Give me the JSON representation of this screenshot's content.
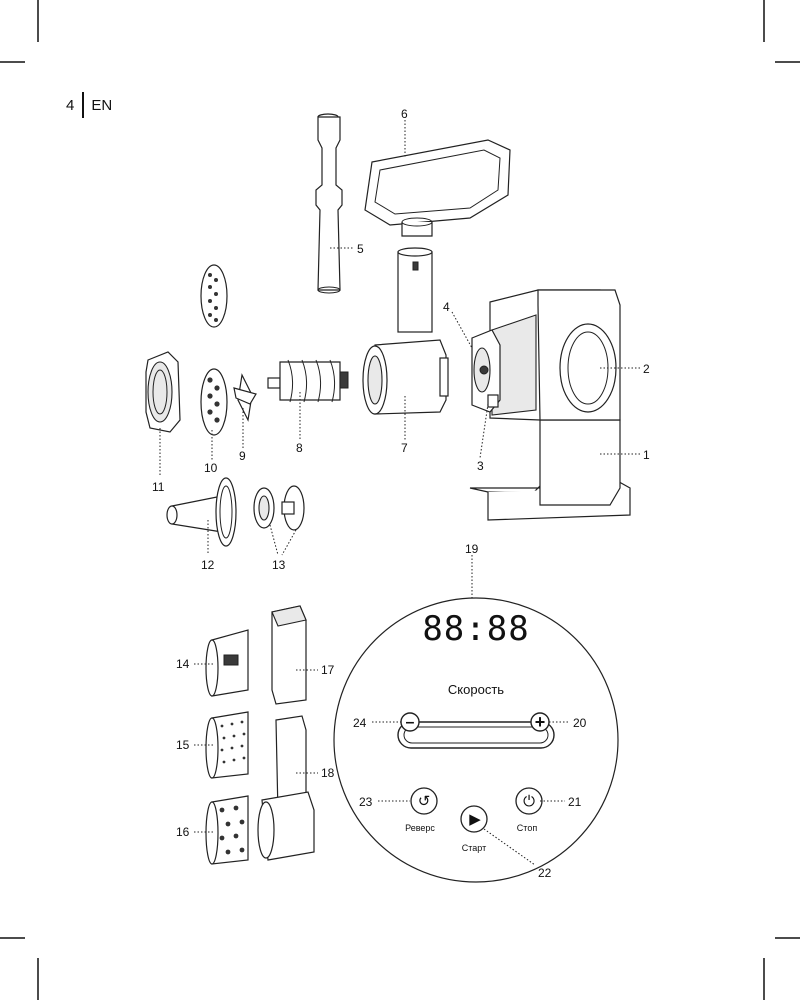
{
  "header": {
    "page_number": "4",
    "language": "EN"
  },
  "callouts": {
    "c1": "1",
    "c2": "2",
    "c3": "3",
    "c4": "4",
    "c5": "5",
    "c6": "6",
    "c7": "7",
    "c8": "8",
    "c9": "9",
    "c10": "10",
    "c11": "11",
    "c12": "12",
    "c13": "13",
    "c14": "14",
    "c15": "15",
    "c16": "16",
    "c17": "17",
    "c18": "18",
    "c19": "19",
    "c20": "20",
    "c21": "21",
    "c22": "22",
    "c23": "23",
    "c24": "24"
  },
  "panel": {
    "display": "88:88",
    "speed_label": "Скорость",
    "minus": "–",
    "plus": "+",
    "reverse_label": "Реверс",
    "start_label": "Старт",
    "stop_label": "Стоп"
  }
}
